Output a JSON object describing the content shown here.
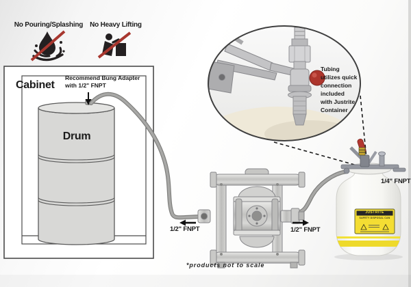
{
  "prohibitions": {
    "pouring": {
      "label": "No Pouring/Splashing",
      "icon": "no-pouring-splashing-icon"
    },
    "lifting": {
      "label": "No Heavy Lifting",
      "icon": "no-heavy-lifting-icon"
    }
  },
  "cabinet": {
    "title": "Cabinet",
    "drum_label": "Drum",
    "bung_note": "Recommend Bung Adapter\nwith 1/2\" FNPT"
  },
  "inset": {
    "caption": "Tubing\nutilizes quick\nconnection\nincluded\nwith Justrite\nContainer"
  },
  "pump": {
    "inlet_label": "1/2\" FNPT",
    "outlet_label": "1/2\" FNPT"
  },
  "container": {
    "port_label": "1/4\" FNPT",
    "brand": "JUSTRITE",
    "label_text": "SAFETY DISPOSAL CAN"
  },
  "footnote": "*products not to scale",
  "colors": {
    "prohibition_red": "#a8372f",
    "label_yellow": "#f2e136",
    "tube_gray": "#a3a3a1",
    "line_dark": "#4a4a4a"
  }
}
